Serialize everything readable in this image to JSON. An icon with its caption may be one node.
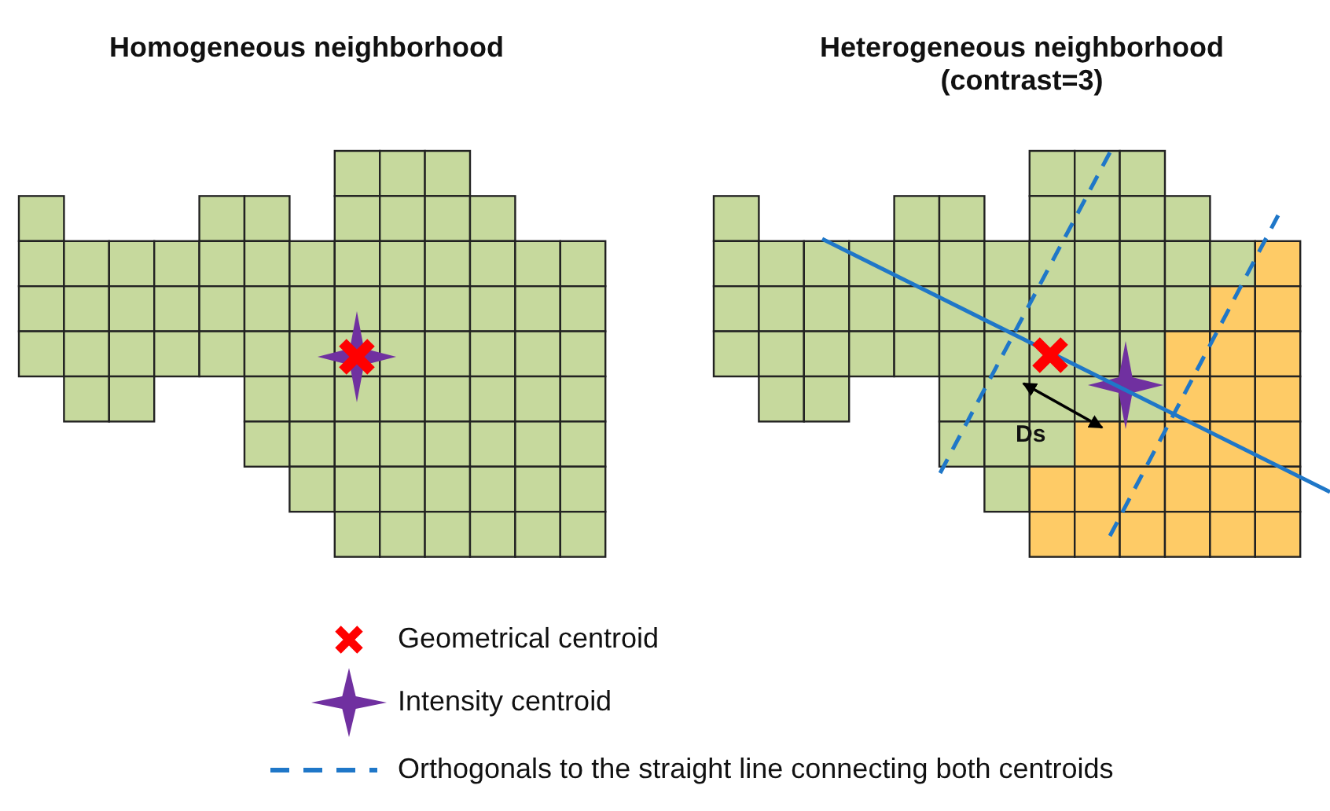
{
  "diagram": {
    "labels": [
      "Homogeneous neighborhood",
      "Heterogeneous neighborhood (contrast=3)",
      "Ds"
    ],
    "legend": [
      {
        "text": "Geometrical centroid"
      },
      {
        "text": "Intensity centroid"
      },
      {
        "text": "Orthogonals to the straight line connecting both centroids"
      }
    ]
  }
}
